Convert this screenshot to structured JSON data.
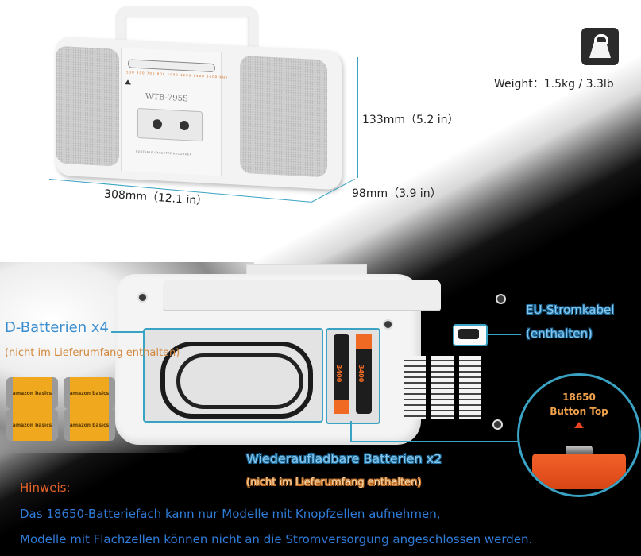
{
  "product": {
    "model": "WTB-795S",
    "subtitle": "PORTABLE CASSETTE RECORDER",
    "dial_scale": "530 600 700 800 1000 1200 1400 1600 KHz"
  },
  "dimensions": {
    "width": "308mm（12.1 in）",
    "height": "133mm（5.2 in）",
    "depth": "98mm（3.9 in）"
  },
  "weight": {
    "icon": "weight-icon",
    "label": "Weight：1.5kg / 3.3lb"
  },
  "callouts": {
    "d_batteries": {
      "title": "D-Batterien x4",
      "note": "(nicht im Lieferumfang enthalten)",
      "battery_brand": "amazon basics"
    },
    "power_cable": {
      "title": "EU-Stromkabel",
      "note": "(enthalten)"
    },
    "rechargeable": {
      "title": "Wiederaufladbare Batterien x2",
      "note": "(nicht im Lieferumfang enthalten)",
      "cell_capacity": "3400"
    },
    "button_top": {
      "line1": "18650",
      "line2": "Button Top"
    }
  },
  "hint": {
    "label": "Hinweis:",
    "line1": "Das 18650-Batteriefach kann nur Modelle mit Knopfzellen aufnehmen,",
    "line2": "Modelle mit Flachzellen können nicht an die Stromversorgung angeschlossen werden."
  },
  "colors": {
    "accent_blue": "#3aa3c4",
    "hint_orange": "#e8632a",
    "hint_text_blue": "#2f7bd8",
    "battery_orange": "#f06a24"
  }
}
